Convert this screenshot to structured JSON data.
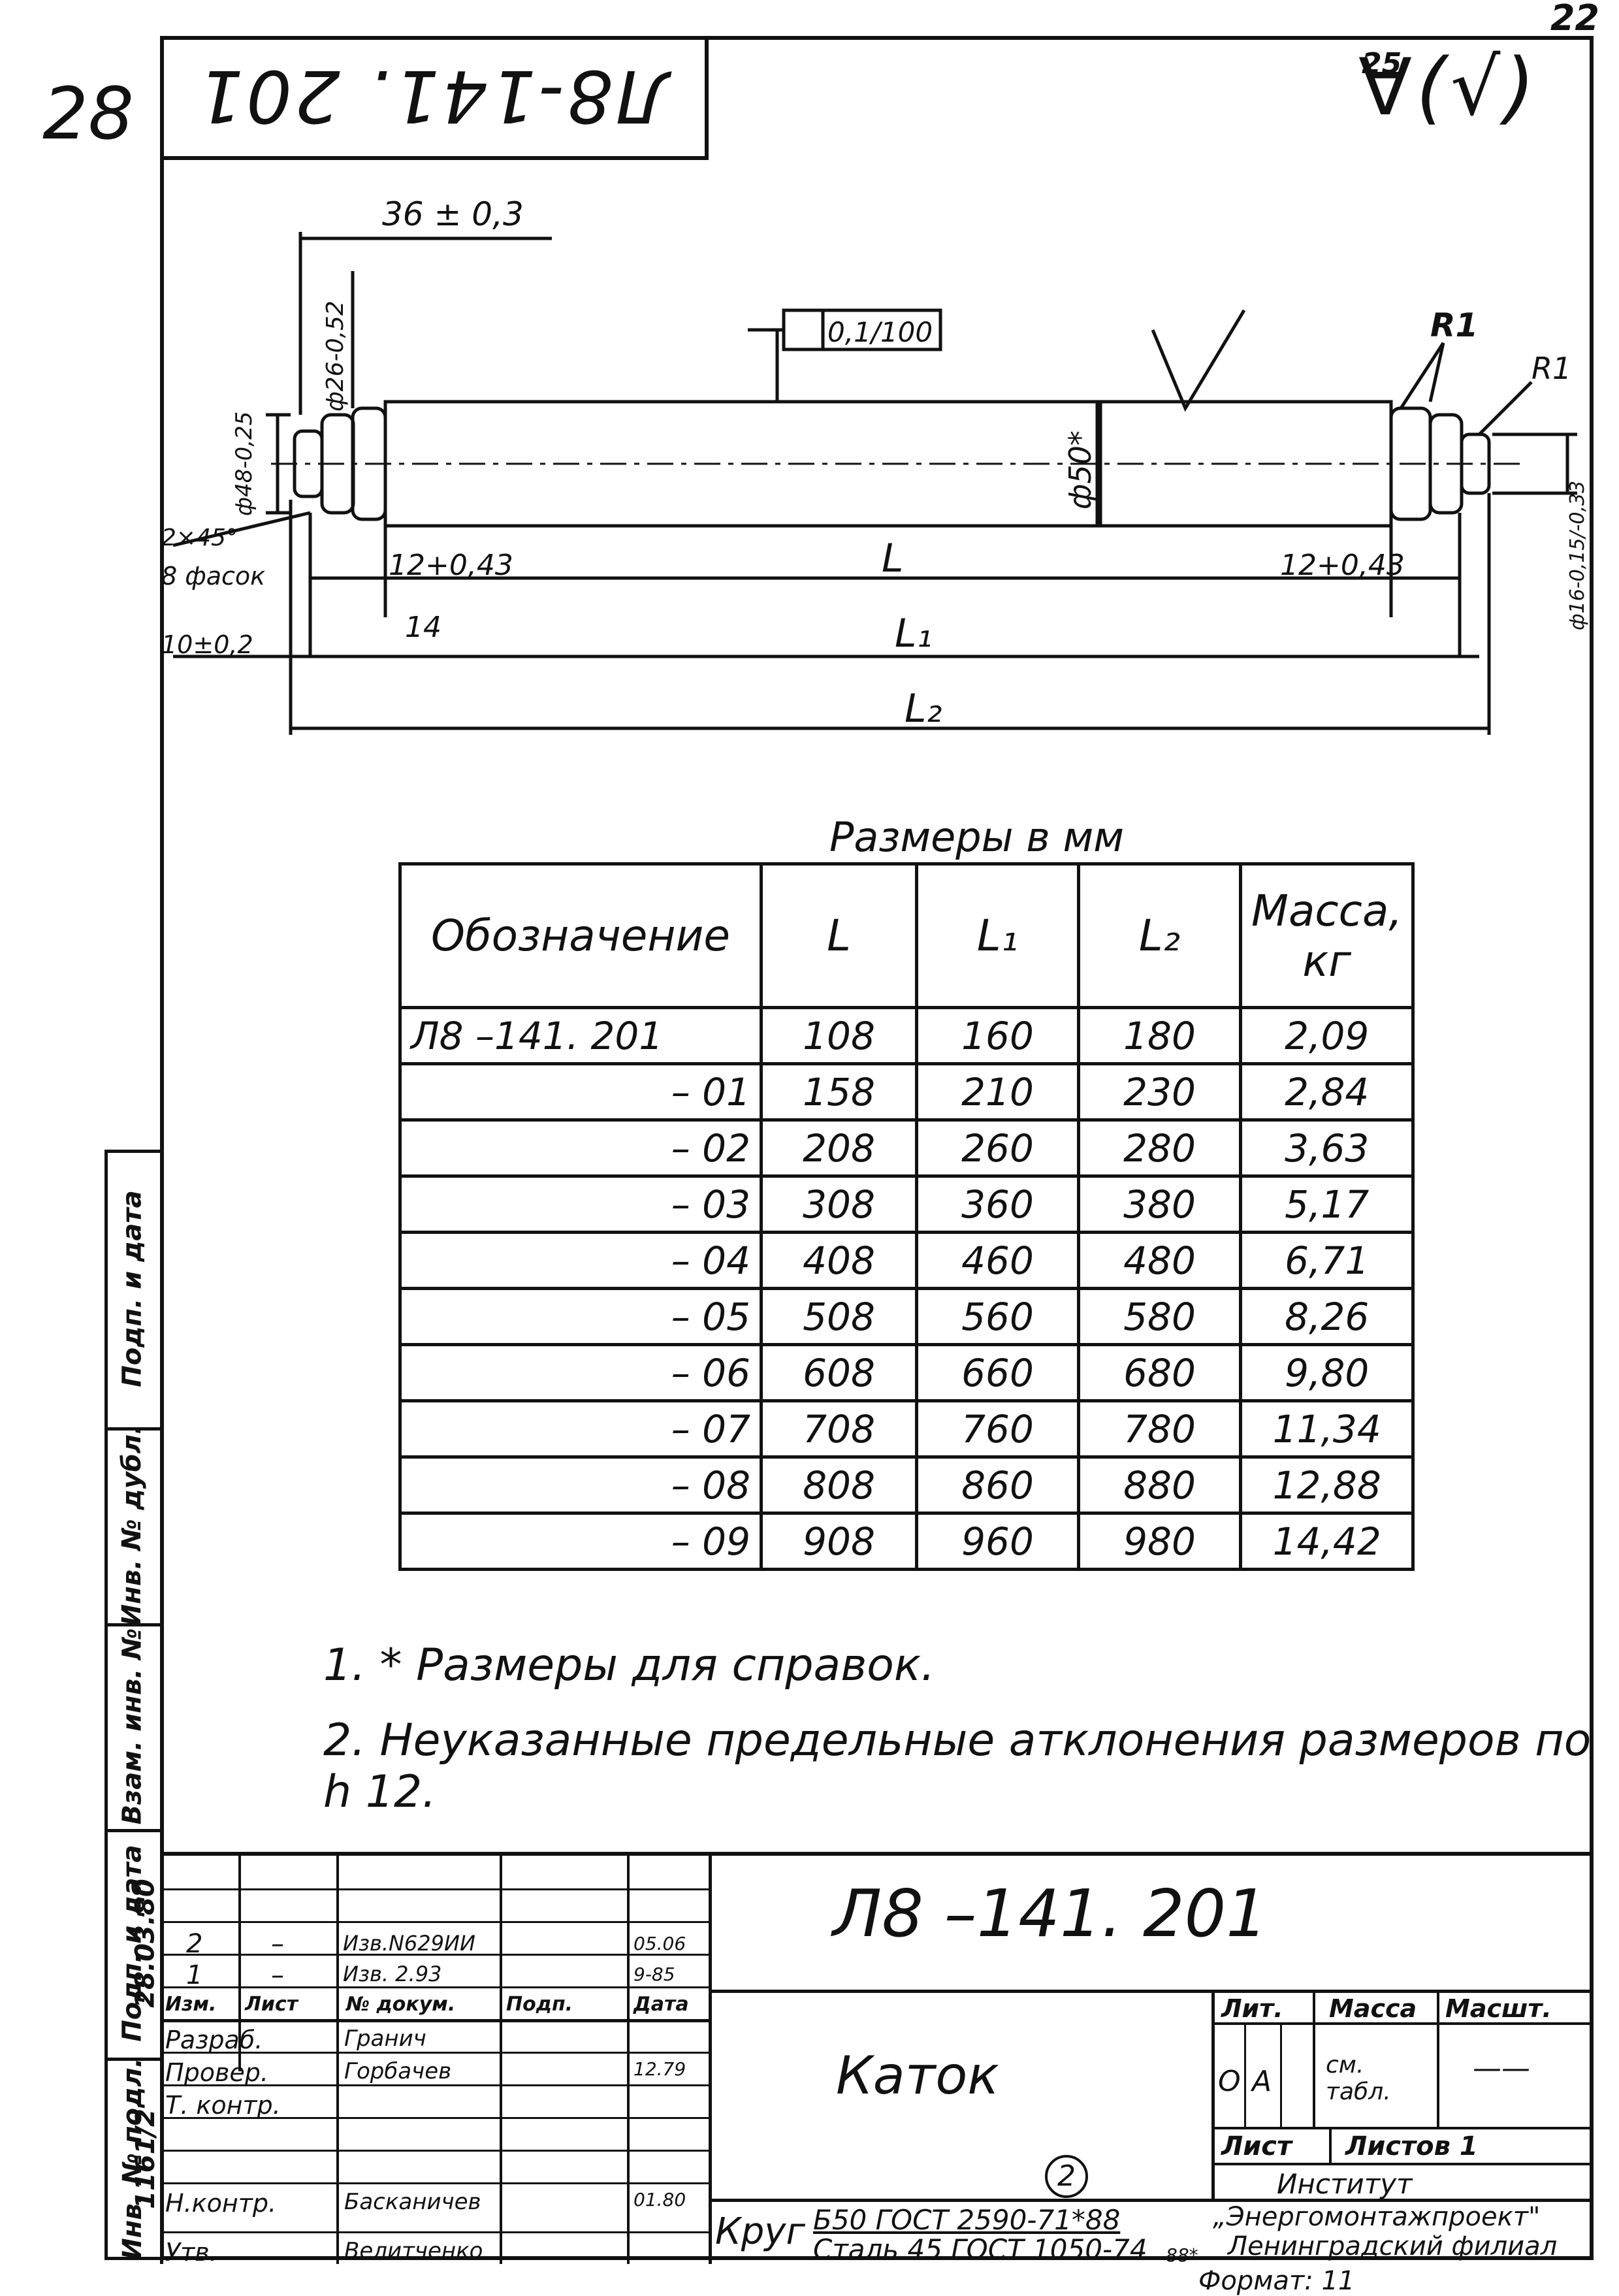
{
  "header": {
    "sheet_corner_number": "22",
    "page_number": "28",
    "code_stamp": "Л8-141. 201",
    "roughness_symbol": "∀(√)",
    "roughness_value": "25"
  },
  "drawing": {
    "dims": {
      "d_36": "36 ± 0,3",
      "d_26": "ф26-0,52",
      "flatness": "0,1/100",
      "phi48": "ф48-0,25",
      "phi50": "ф50*",
      "r1_a": "R1",
      "r1_b": "R1",
      "chamfer": "2×45°",
      "chamfer_count": "8 фасок",
      "d_12_left": "12+0,43",
      "d_14": "14",
      "d_10": "10±0,2",
      "L": "L",
      "L1": "L₁",
      "L2": "L₂",
      "d_12_right": "12+0,43",
      "phi16": "ф16-0,15/-0,33"
    }
  },
  "table": {
    "caption": "Размеры в мм",
    "headers": [
      "Обозначение",
      "L",
      "L₁",
      "L₂",
      "Масса, кг"
    ],
    "rows": [
      [
        "Л8 –141. 201",
        "108",
        "160",
        "180",
        "2,09"
      ],
      [
        "– 01",
        "158",
        "210",
        "230",
        "2,84"
      ],
      [
        "– 02",
        "208",
        "260",
        "280",
        "3,63"
      ],
      [
        "– 03",
        "308",
        "360",
        "380",
        "5,17"
      ],
      [
        "– 04",
        "408",
        "460",
        "480",
        "6,71"
      ],
      [
        "– 05",
        "508",
        "560",
        "580",
        "8,26"
      ],
      [
        "– 06",
        "608",
        "660",
        "680",
        "9,80"
      ],
      [
        "– 07",
        "708",
        "760",
        "780",
        "11,34"
      ],
      [
        "– 08",
        "808",
        "860",
        "880",
        "12,88"
      ],
      [
        "– 09",
        "908",
        "960",
        "980",
        "14,42"
      ]
    ]
  },
  "notes": [
    "1. * Размеры для справок.",
    "2. Неуказанные предельные атклонения размеров по h 12."
  ],
  "side_strip": [
    "Инв. № подл.",
    "Подп. и дата",
    "Взам. инв. №",
    "Инв. № дубл.",
    "Подп. и дата"
  ],
  "side_strip_values": [
    "1161/2",
    "28.03.80"
  ],
  "title_block": {
    "designation": "Л8 –141. 201",
    "part_name": "Каток",
    "circled_number": "2",
    "material_prefix": "Круг",
    "material_line1": "Б50 ГОСТ 2590-71*88",
    "material_line2": "Сталь 45 ГОСТ 1050-74",
    "material_sup": "88*",
    "col_lit": "Лит.",
    "col_mass": "Масса",
    "col_scale": "Масшт.",
    "lit_values": [
      "О",
      "А"
    ],
    "mass_value": "см. табл.",
    "scale_value": "——",
    "sheet_label": "Лист",
    "sheets_label": "Листов 1",
    "org_line1": "Институт",
    "org_line2": "„Энергомонтажпроект\"",
    "org_line3": "Ленинградский филиал",
    "format": "Формат: 11",
    "rev_rows": [
      [
        "2",
        "–",
        "Изв.N629ИИ",
        "",
        "05.06"
      ],
      [
        "1",
        "–",
        "Изв. 2.93",
        "",
        "9-85"
      ]
    ],
    "rev_headers": [
      "Изм.",
      "Лист",
      "№ докум.",
      "Подп.",
      "Дата"
    ],
    "roles": [
      {
        "role": "Разраб.",
        "name": "Гранич",
        "date": ""
      },
      {
        "role": "Провер.",
        "name": "Горбачев",
        "date": "12.79"
      },
      {
        "role": "Т. контр.",
        "name": "",
        "date": ""
      },
      {
        "role": "",
        "name": "",
        "date": ""
      },
      {
        "role": "Н.контр.",
        "name": "Басканичев",
        "date": "01.80"
      },
      {
        "role": "Утв.",
        "name": "Велитченко",
        "date": ""
      }
    ]
  },
  "colors": {
    "ink": "#111111",
    "paper": "#ffffff"
  }
}
